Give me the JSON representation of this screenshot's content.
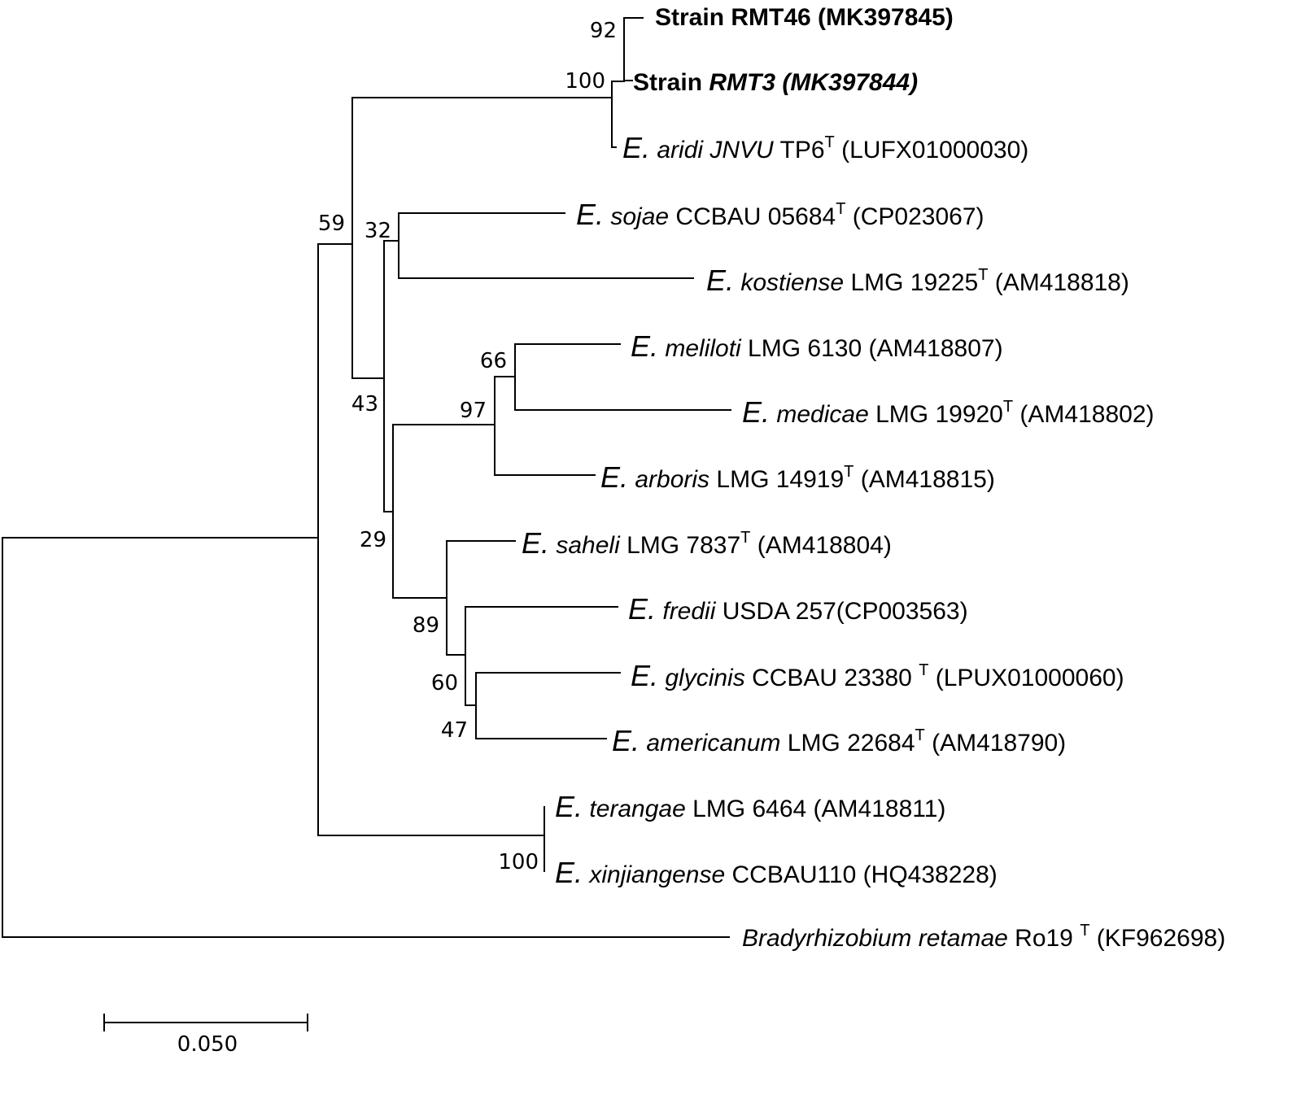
{
  "taxa": [
    {
      "id": "rmt46",
      "bold": true,
      "parts": [
        {
          "t": "Strain RMT46 (MK397845)"
        }
      ]
    },
    {
      "id": "rmt3",
      "bold": true,
      "parts": [
        {
          "t": "Strain "
        },
        {
          "t": "RMT3 (MK397844)",
          "italic": true
        }
      ]
    },
    {
      "id": "aridi",
      "parts": [
        {
          "t": "E.",
          "genus": true
        },
        {
          "t": " "
        },
        {
          "t": "aridi JNVU",
          "italic": true
        },
        {
          "t": " TP6"
        },
        {
          "t": "T",
          "sup": true
        },
        {
          "t": "  (LUFX01000030)"
        }
      ]
    },
    {
      "id": "sojae",
      "parts": [
        {
          "t": "E.",
          "genus": true
        },
        {
          "t": " "
        },
        {
          "t": "sojae",
          "italic": true
        },
        {
          "t": " CCBAU 05684"
        },
        {
          "t": "T",
          "sup": true
        },
        {
          "t": " (CP023067)"
        }
      ]
    },
    {
      "id": "kostiense",
      "parts": [
        {
          "t": "E.",
          "genus": true
        },
        {
          "t": " "
        },
        {
          "t": "kostiense",
          "italic": true
        },
        {
          "t": " LMG 19225"
        },
        {
          "t": "T",
          "sup": true
        },
        {
          "t": " (AM418818)"
        }
      ]
    },
    {
      "id": "meliloti",
      "parts": [
        {
          "t": "E.",
          "genus": true
        },
        {
          "t": " "
        },
        {
          "t": "meliloti",
          "italic": true
        },
        {
          "t": " LMG 6130 (AM418807)"
        }
      ]
    },
    {
      "id": "medicae",
      "parts": [
        {
          "t": "E.",
          "genus": true
        },
        {
          "t": " "
        },
        {
          "t": "medicae",
          "italic": true
        },
        {
          "t": " LMG 19920"
        },
        {
          "t": "T",
          "sup": true
        },
        {
          "t": " (AM418802)"
        }
      ]
    },
    {
      "id": "arboris",
      "parts": [
        {
          "t": "E.",
          "genus": true
        },
        {
          "t": " "
        },
        {
          "t": "arboris",
          "italic": true
        },
        {
          "t": " LMG 14919"
        },
        {
          "t": "T",
          "sup": true
        },
        {
          "t": " (AM418815)"
        }
      ]
    },
    {
      "id": "saheli",
      "parts": [
        {
          "t": "E.",
          "genus": true
        },
        {
          "t": " "
        },
        {
          "t": "saheli",
          "italic": true
        },
        {
          "t": " LMG 7837"
        },
        {
          "t": "T",
          "sup": true
        },
        {
          "t": " (AM418804)"
        }
      ]
    },
    {
      "id": "fredii",
      "parts": [
        {
          "t": "E.",
          "genus": true
        },
        {
          "t": " "
        },
        {
          "t": "fredii",
          "italic": true
        },
        {
          "t": " USDA 257(CP003563)"
        }
      ]
    },
    {
      "id": "glycinis",
      "parts": [
        {
          "t": "E.",
          "genus": true
        },
        {
          "t": " "
        },
        {
          "t": "glycinis",
          "italic": true
        },
        {
          "t": "  CCBAU 23380 "
        },
        {
          "t": "T",
          "sup": true
        },
        {
          "t": " (LPUX01000060)"
        }
      ]
    },
    {
      "id": "americanum",
      "parts": [
        {
          "t": "E.",
          "genus": true
        },
        {
          "t": " "
        },
        {
          "t": "americanum",
          "italic": true
        },
        {
          "t": " LMG 22684"
        },
        {
          "t": "T",
          "sup": true
        },
        {
          "t": " (AM418790)"
        }
      ]
    },
    {
      "id": "terangae",
      "parts": [
        {
          "t": "E.",
          "genus": true
        },
        {
          "t": " "
        },
        {
          "t": "terangae",
          "italic": true
        },
        {
          "t": " LMG 6464 (AM418811)"
        }
      ]
    },
    {
      "id": "xinjiangense",
      "parts": [
        {
          "t": "E.",
          "genus": true
        },
        {
          "t": " "
        },
        {
          "t": "xinjiangense",
          "italic": true
        },
        {
          "t": "  CCBAU110 (HQ438228)"
        }
      ]
    },
    {
      "id": "bradyrhizobium",
      "parts": [
        {
          "t": "Bradyrhizobium retamae",
          "italic": true
        },
        {
          "t": "  Ro19 "
        },
        {
          "t": "T",
          "sup": true
        },
        {
          "t": " (KF962698)"
        }
      ]
    }
  ],
  "bootstrap": {
    "rmt_pair": "92",
    "rmt_aridi": "100",
    "sinorhizobium_core": "59",
    "sojae_kostiense": "32",
    "core_inner": "43",
    "meliloti_medicae": "66",
    "meliloti_arboris": "97",
    "arboris_saheli": "29",
    "saheli_group": "89",
    "fredii_group": "60",
    "glycinis_americanum": "47",
    "terangae_xinjiangense": "100"
  },
  "scale": {
    "value": 0.05,
    "label": "0.050"
  }
}
